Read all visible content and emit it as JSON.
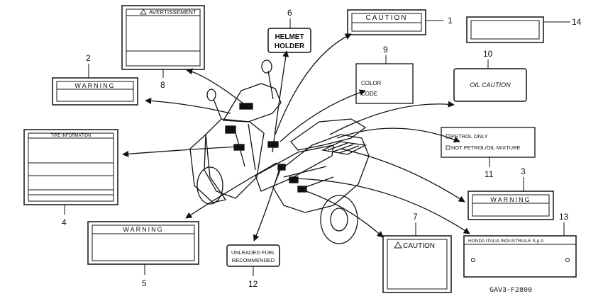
{
  "diagram": {
    "code": "GAV3-F2800",
    "labels": [
      {
        "num": "1",
        "text": "CAUTION"
      },
      {
        "num": "2",
        "text": "WARNING"
      },
      {
        "num": "3",
        "text": "WARNING"
      },
      {
        "num": "4",
        "text": "TIRE INFORMATION"
      },
      {
        "num": "5",
        "text": "WARNING"
      },
      {
        "num": "6",
        "text": "HELMET HOLDER"
      },
      {
        "num": "7",
        "text": "CAUTION"
      },
      {
        "num": "8",
        "text": "AVERTISSEMENT"
      },
      {
        "num": "9",
        "text": "COLOR CODE"
      },
      {
        "num": "10",
        "text": "OIL CAUTION"
      },
      {
        "num": "11",
        "text": "PETROL ONLY / NOT PETROL/OIL MIXTURE"
      },
      {
        "num": "12",
        "text": "UNLEADED FUEL RECOMMENDED"
      },
      {
        "num": "13",
        "text": "HONDA ITALIA INDUSTRIALE S.p.A"
      },
      {
        "num": "14",
        "text": ""
      }
    ],
    "helmet_holder_lines": [
      "HELMET",
      "HOLDER"
    ],
    "color_code_lines": [
      "COLOR",
      "CODE"
    ],
    "petrol_lines": [
      "PETROL ONLY",
      "NOT PETROL/OIL MIXTURE"
    ],
    "unleaded_lines": [
      "UNLEADED FUEL",
      "RECOMMENDED"
    ]
  }
}
